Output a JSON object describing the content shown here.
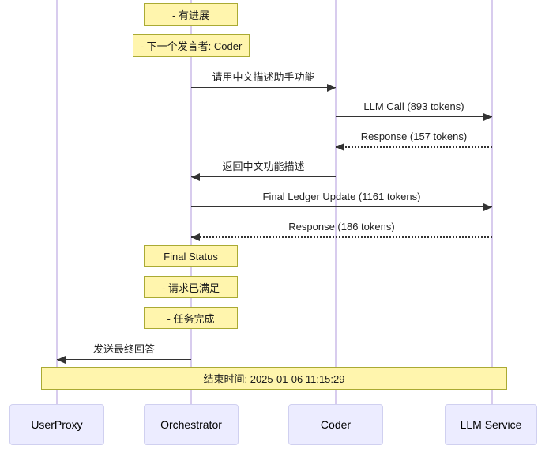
{
  "diagram_type": "sequence-diagram",
  "participants": [
    {
      "label": "UserProxy"
    },
    {
      "label": "Orchestrator"
    },
    {
      "label": "Coder"
    },
    {
      "label": "LLM Service"
    }
  ],
  "notes": [
    {
      "text": "- 有进展",
      "over": "Orchestrator"
    },
    {
      "text": "- 下一个发言者: Coder",
      "over": "Orchestrator"
    },
    {
      "text": "Final Status",
      "over": "Orchestrator"
    },
    {
      "text": "- 请求已满足",
      "over": "Orchestrator"
    },
    {
      "text": "- 任务完成",
      "over": "Orchestrator"
    },
    {
      "text": "结束时间: 2025-01-06 11:15:29",
      "over": "all"
    }
  ],
  "messages": [
    {
      "label": "请用中文描述助手功能",
      "from": "Orchestrator",
      "to": "Coder",
      "line": "solid"
    },
    {
      "label": "LLM Call (893 tokens)",
      "from": "Coder",
      "to": "LLM Service",
      "line": "solid"
    },
    {
      "label": "Response (157 tokens)",
      "from": "LLM Service",
      "to": "Coder",
      "line": "dotted"
    },
    {
      "label": "返回中文功能描述",
      "from": "Coder",
      "to": "Orchestrator",
      "line": "solid"
    },
    {
      "label": "Final Ledger Update (1161 tokens)",
      "from": "Orchestrator",
      "to": "LLM Service",
      "line": "solid"
    },
    {
      "label": "Response (186 tokens)",
      "from": "LLM Service",
      "to": "Orchestrator",
      "line": "dotted"
    },
    {
      "label": "发送最终回答",
      "from": "Orchestrator",
      "to": "UserProxy",
      "line": "solid"
    }
  ],
  "colors": {
    "note_fill": "#fff5ad",
    "note_border": "#aaaa33",
    "actor_fill": "#ececff",
    "actor_border": "#d0d0f0",
    "lifeline": "#d8ccee",
    "arrow": "#333333"
  }
}
